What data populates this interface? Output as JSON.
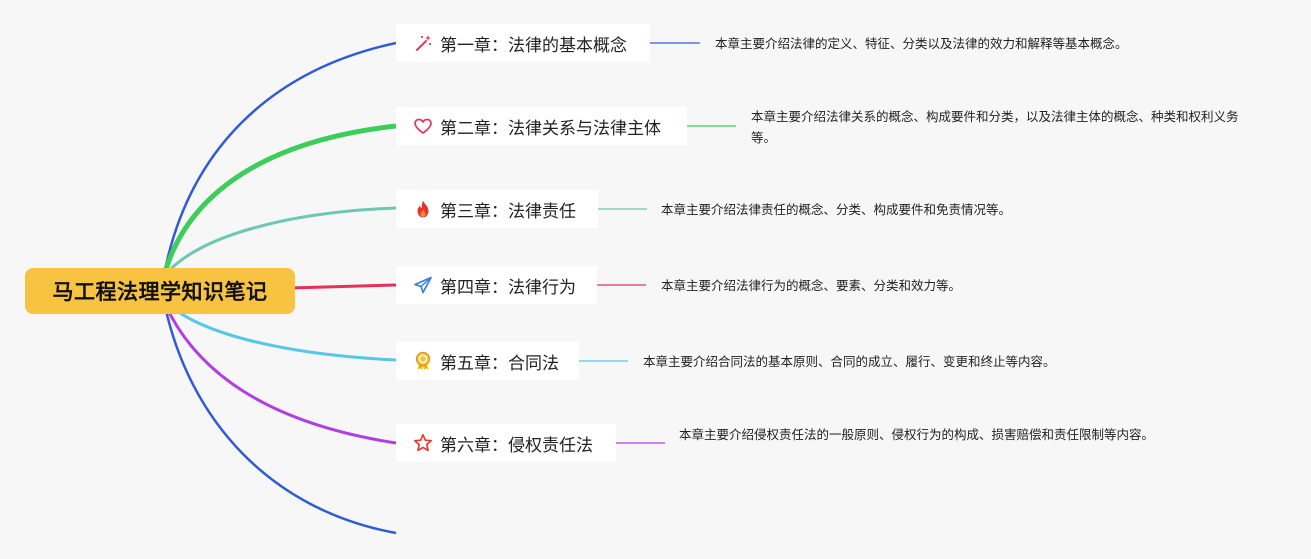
{
  "root": {
    "label": "马工程法理学知识笔记"
  },
  "colors": {
    "root_bg": "#f9c342",
    "branch1": "#2f5bd6",
    "branch2": "#3ccd5a",
    "branch3": "#6cc7b3",
    "branch4": "#e53157",
    "branch5": "#56c7e8",
    "branch6": "#b23ee3",
    "branch7": "#2f5bd6"
  },
  "chapters": [
    {
      "icon": "magic-wand-icon",
      "title": "第一章：法律的基本概念",
      "description": "本章主要介绍法律的定义、特征、分类以及法律的效力和解释等基本概念。"
    },
    {
      "icon": "heart-icon",
      "title": "第二章：法律关系与法律主体",
      "description": "本章主要介绍法律关系的概念、构成要件和分类，以及法律主体的概念、种类和权利义务等。"
    },
    {
      "icon": "fire-icon",
      "title": "第三章：法律责任",
      "description": "本章主要介绍法律责任的概念、分类、构成要件和免责情况等。"
    },
    {
      "icon": "paper-plane-icon",
      "title": "第四章：法律行为",
      "description": "本章主要介绍法律行为的概念、要素、分类和效力等。"
    },
    {
      "icon": "medal-icon",
      "title": "第五章：合同法",
      "description": "本章主要介绍合同法的基本原则、合同的成立、履行、变更和终止等内容。"
    },
    {
      "icon": "star-icon",
      "title": "第六章：侵权责任法",
      "description": "本章主要介绍侵权责任法的一般原则、侵权行为的构成、损害赔偿和责任限制等内容。"
    }
  ]
}
